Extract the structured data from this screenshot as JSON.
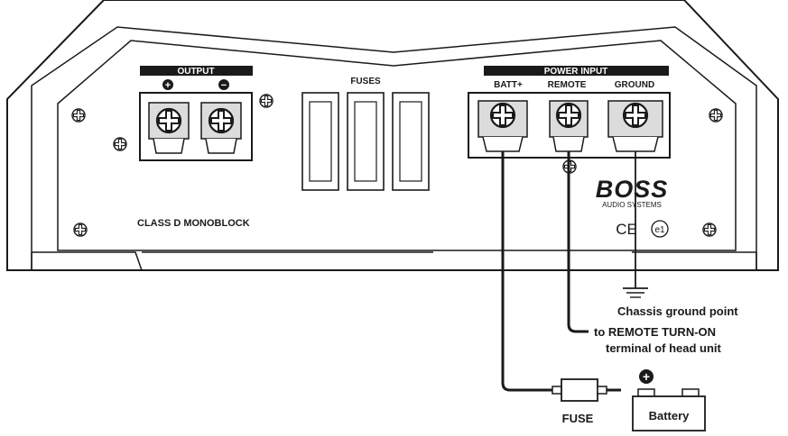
{
  "amplifier": {
    "output_label": "OUTPUT",
    "plus_symbol": "+",
    "minus_symbol": "−",
    "fuses_label": "FUSES",
    "power_input_label": "POWER INPUT",
    "batt_label": "BATT+",
    "remote_label": "REMOTE",
    "ground_label": "GROUND",
    "model_label": "CLASS D MONOBLOCK",
    "brand_logo": "BOSS",
    "brand_sub": "AUDIO SYSTEMS",
    "ce_mark": "CE",
    "e_mark": "e1"
  },
  "wiring": {
    "chassis_ground": "Chassis ground point",
    "remote_line1": "to REMOTE TURN-ON",
    "remote_line2": "terminal of head unit",
    "fuse_label": "FUSE",
    "battery_label": "Battery",
    "battery_plus": "+"
  },
  "colors": {
    "line": "#1a1a1a",
    "label_bar": "#1a1a1a",
    "terminal_fill": "#dcdcdc"
  }
}
